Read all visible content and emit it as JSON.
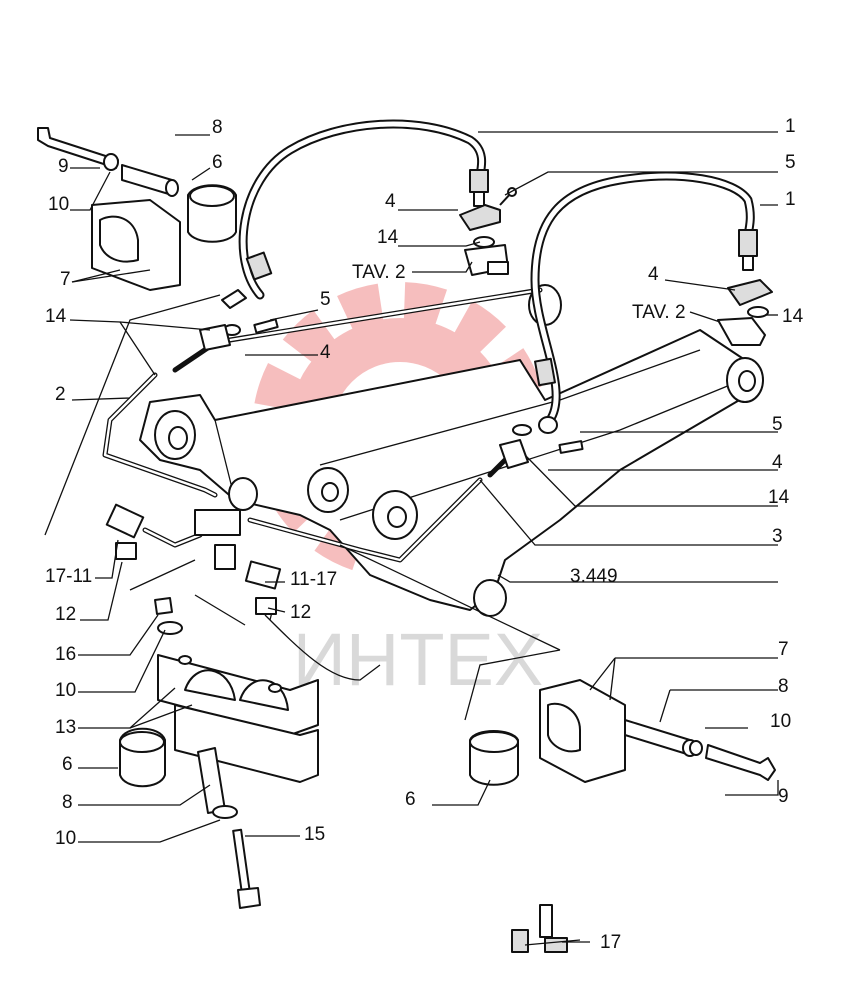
{
  "watermark": {
    "text": "ИНТЕХ",
    "color": "#f08a8a"
  },
  "callouts": {
    "c1a": "1",
    "c1b": "1",
    "c5a": "5",
    "c5b": "5",
    "c5c": "5",
    "c4a": "4",
    "c4b": "4",
    "c4c": "4",
    "c4d": "4",
    "c14a": "14",
    "c14b": "14",
    "c14c": "14",
    "c14d": "14",
    "ctav1": "TAV. 2",
    "ctav2": "TAV. 2",
    "c8a": "8",
    "c8b": "8",
    "c8c": "8",
    "c9a": "9",
    "c9b": "9",
    "c10a": "10",
    "c10b": "10",
    "c10c": "10",
    "c10d": "10",
    "c6a": "6",
    "c6b": "6",
    "c6c": "6",
    "c7a": "7",
    "c7b": "7",
    "c2": "2",
    "c3": "3",
    "c3449": "3.449",
    "c1711": "17-11",
    "c1117": "11-17",
    "c12a": "12",
    "c12b": "12",
    "c16": "16",
    "c13": "13",
    "c15": "15",
    "c17": "17"
  }
}
